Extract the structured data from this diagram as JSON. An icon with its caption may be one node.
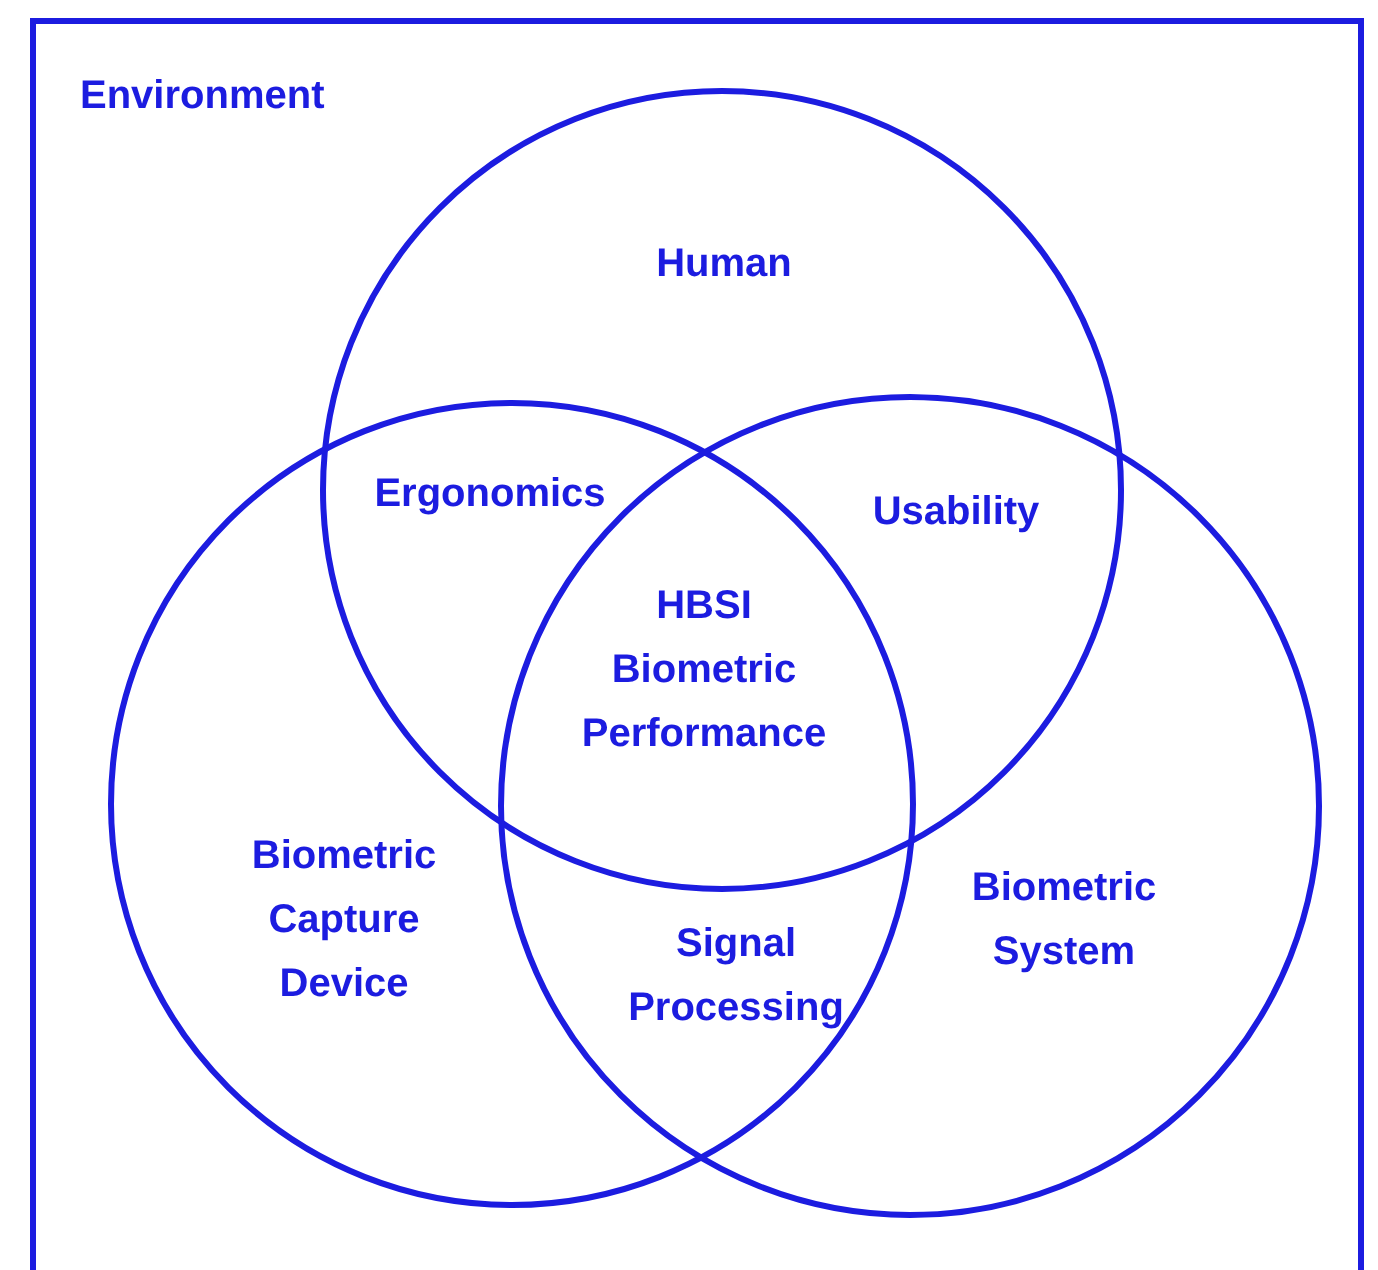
{
  "diagram": {
    "nodes": [
      {
        "text": [
          "Environment"
        ]
      },
      {
        "text": [
          "Human"
        ],
        "in": 0
      },
      {
        "text": [
          "Biometric Capture Device"
        ],
        "in": 0
      },
      {
        "text": [
          "Biometric System"
        ],
        "in": 0
      }
    ],
    "edges": [],
    "labels": [
      "Ergonomics",
      "Usability",
      "HBSI Biometric Performance",
      "Signal Processing"
    ]
  }
}
